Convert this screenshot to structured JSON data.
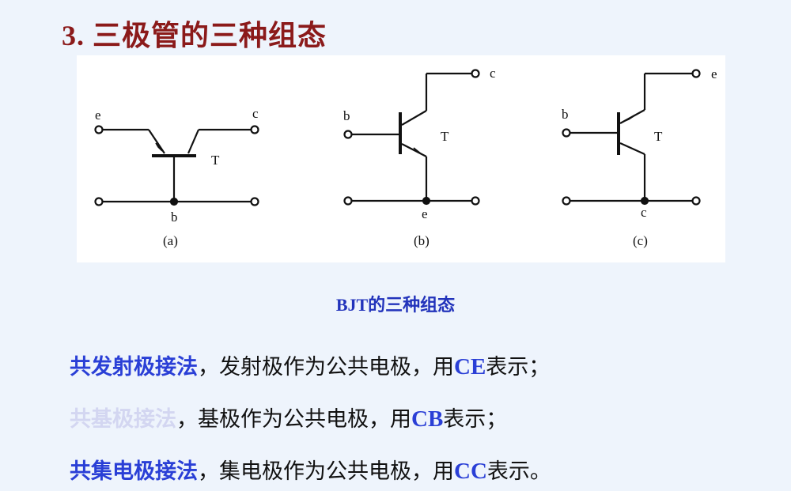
{
  "slide": {
    "title": "3. 三极管的三种组态",
    "colors": {
      "title": "#8b1a1a",
      "keyword": "#2a3fd6",
      "keyword_faded": "#d3d6f1",
      "background": "#eef4fc"
    }
  },
  "figure": {
    "caption": "BJT的三种组态",
    "diagrams": [
      {
        "id": "a",
        "label": "(a)",
        "transistor": "T",
        "top_left": "e",
        "top_right": "c",
        "common": "b"
      },
      {
        "id": "b",
        "label": "(b)",
        "transistor": "T",
        "input": "b",
        "output": "c",
        "common": "e"
      },
      {
        "id": "c",
        "label": "(c)",
        "transistor": "T",
        "input": "b",
        "output": "e",
        "common": "c"
      }
    ]
  },
  "lines": [
    {
      "keyword": "共发射极接法",
      "text": "，发射极作为公共电极，用",
      "abbr": "CE",
      "suffix": "表示；"
    },
    {
      "keyword": "共基极接法",
      "text": "，基极作为公共电极，用",
      "abbr": "CB",
      "suffix": "表示；"
    },
    {
      "keyword": "共集电极接法",
      "text": "，集电极作为公共电极，用",
      "abbr": "CC",
      "suffix": "表示。"
    }
  ]
}
